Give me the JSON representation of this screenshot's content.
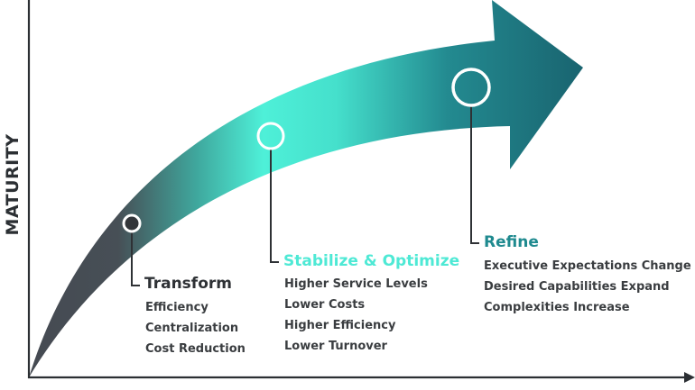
{
  "axes": {
    "y_label": "MATURITY",
    "x_label": ""
  },
  "colors": {
    "axis": "#2b2f33",
    "arrow_start": "#454a52",
    "arrow_mid": "#4ef0d8",
    "arrow_end": "#1a6a75",
    "transform_title": "#2e3135",
    "stabilize_title": "#4ee9d5",
    "refine_title": "#1f8a8f",
    "item_text": "#3a3d40",
    "marker_ring": "#ffffff",
    "marker_fill_dark": "#33363a"
  },
  "stages": [
    {
      "id": "transform",
      "title": "Transform",
      "items": [
        "Efficiency",
        "Centralization",
        "Cost Reduction"
      ]
    },
    {
      "id": "stabilize",
      "title": "Stabilize & Optimize",
      "items": [
        "Higher Service Levels",
        "Lower Costs",
        "Higher Efficiency",
        "Lower Turnover"
      ]
    },
    {
      "id": "refine",
      "title": "Refine",
      "items": [
        "Executive Expectations Change",
        "Desired Capabilities Expand",
        "Complexities Increase"
      ]
    }
  ]
}
